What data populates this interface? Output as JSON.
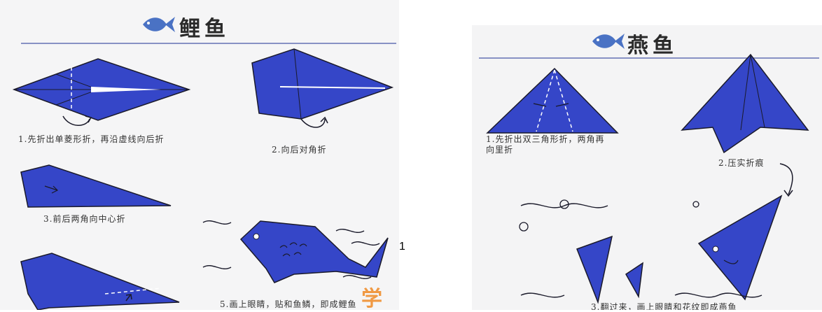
{
  "left": {
    "title": "鲤鱼",
    "steps": [
      "1.先折出单菱形折，再沿虚线向后折",
      "2.向后对角折",
      "3.前后两角向中心折",
      "5.画上眼睛，贴和鱼鳞，即成鲤鱼"
    ]
  },
  "right": {
    "title": "燕鱼",
    "steps": [
      "1.先折出双三角形折，两角再向里折",
      "2.压实折痕",
      "3.翻过来，画上眼睛和花纹即成燕鱼"
    ]
  },
  "page_number": "1",
  "watermark": "学",
  "colors": {
    "fold_blue": "#3546c8",
    "rule": "#8891c4"
  },
  "icons": [
    "fish-icon",
    "curved-arrow-icon"
  ]
}
